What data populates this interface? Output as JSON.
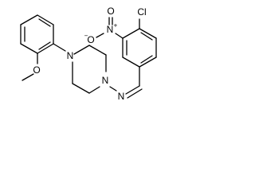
{
  "molecule": {
    "atoms": {
      "cl": "Cl",
      "nitro_n": "N",
      "nitro_n_charge": "+",
      "nitro_o_top": "O",
      "nitro_o_side": "O",
      "nitro_o_side_charge": "−",
      "piperazine_n_left": "N",
      "piperazine_n_right": "N",
      "imine_n": "N",
      "ether_o": "O"
    }
  },
  "colors": {
    "bond": "#000000",
    "label": "#000000",
    "background": "#ffffff"
  }
}
